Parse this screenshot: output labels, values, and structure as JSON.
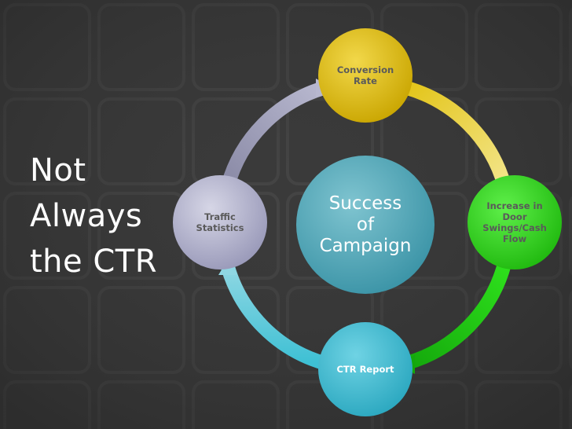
{
  "slide": {
    "title_lines": [
      "Not",
      "Always",
      "the CTR"
    ]
  },
  "diagram": {
    "center": {
      "label": "Success\nof\nCampaign"
    },
    "nodes": {
      "top": {
        "label": "Conversion\nRate"
      },
      "right": {
        "label": "Increase in\nDoor\nSwings/Cash\nFlow"
      },
      "bottom": {
        "label": "CTR Report"
      },
      "left": {
        "label": "Traffic\nStatistics"
      }
    }
  },
  "colors": {
    "background": "#3a3a3a",
    "center_fill": "#4aa3b3",
    "top_fill": "#d8b600",
    "right_fill": "#2ecc1a",
    "bottom_fill": "#39b9cf",
    "left_fill": "#a8a8c8",
    "node_text_dark": "#5a5a5a",
    "node_text_light": "#ffffff"
  }
}
